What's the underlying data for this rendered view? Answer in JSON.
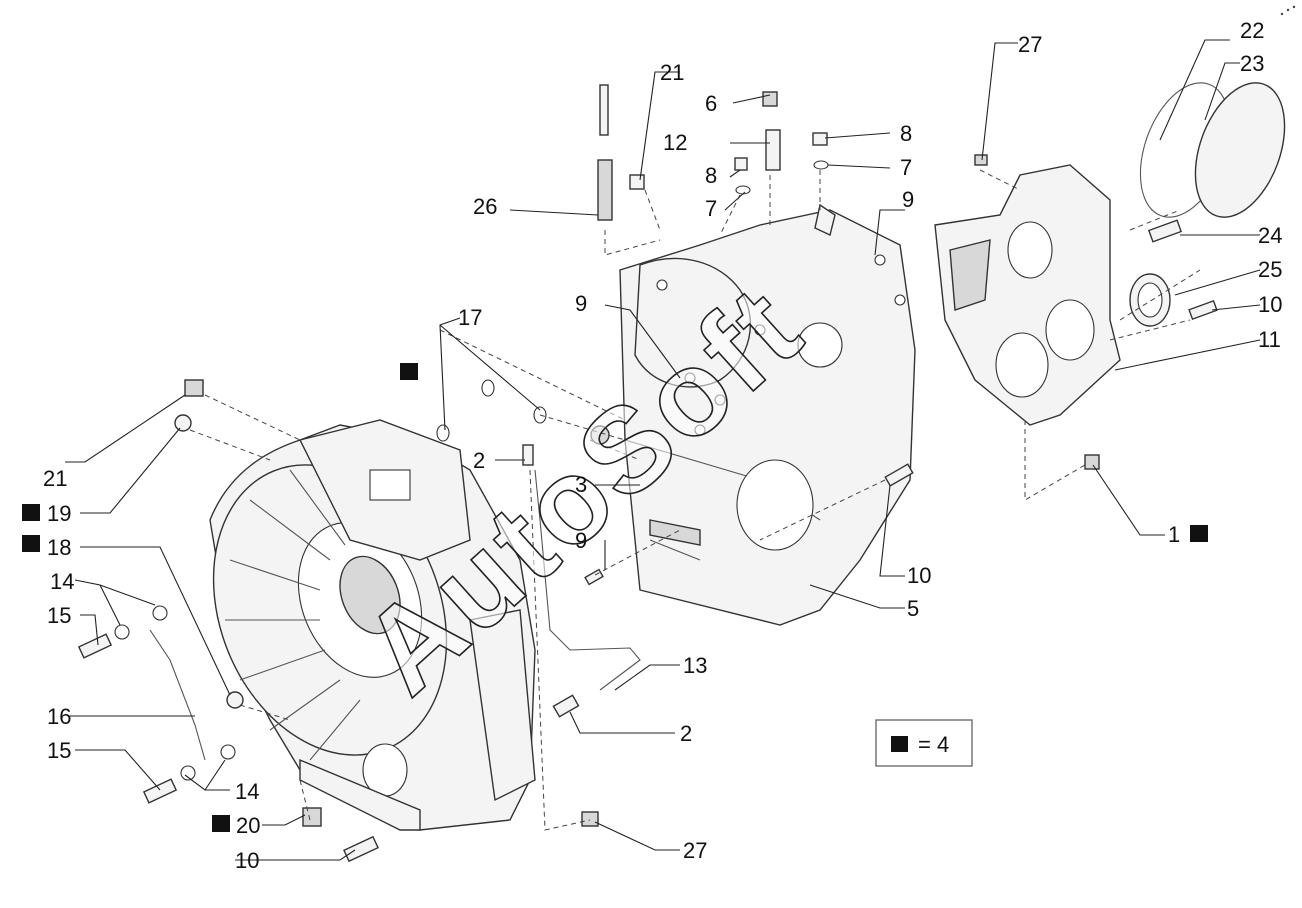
{
  "diagram": {
    "watermark": "AutoSoft",
    "legend": {
      "text": "= 4"
    },
    "callouts": [
      {
        "id": "c21a",
        "text": "21"
      },
      {
        "id": "c6",
        "text": "6"
      },
      {
        "id": "c12",
        "text": "12"
      },
      {
        "id": "c8a",
        "text": "8"
      },
      {
        "id": "c7a",
        "text": "7"
      },
      {
        "id": "c26",
        "text": "26"
      },
      {
        "id": "c8b",
        "text": "8"
      },
      {
        "id": "c7b",
        "text": "7"
      },
      {
        "id": "c27a",
        "text": "27"
      },
      {
        "id": "c22",
        "text": "22"
      },
      {
        "id": "c23",
        "text": "23"
      },
      {
        "id": "c9a",
        "text": "9"
      },
      {
        "id": "c24",
        "text": "24"
      },
      {
        "id": "c25",
        "text": "25"
      },
      {
        "id": "c10a",
        "text": "10"
      },
      {
        "id": "c11",
        "text": "11"
      },
      {
        "id": "c17",
        "text": "17"
      },
      {
        "id": "c9b",
        "text": "9"
      },
      {
        "id": "c2a",
        "text": "2"
      },
      {
        "id": "c3",
        "text": "3"
      },
      {
        "id": "c9c",
        "text": "9"
      },
      {
        "id": "c1",
        "text": "1"
      },
      {
        "id": "c10b",
        "text": "10"
      },
      {
        "id": "c5",
        "text": "5"
      },
      {
        "id": "c21b",
        "text": "21"
      },
      {
        "id": "c19",
        "text": "19"
      },
      {
        "id": "c18",
        "text": "18"
      },
      {
        "id": "c14a",
        "text": "14"
      },
      {
        "id": "c15a",
        "text": "15"
      },
      {
        "id": "c13",
        "text": "13"
      },
      {
        "id": "c2b",
        "text": "2"
      },
      {
        "id": "c16",
        "text": "16"
      },
      {
        "id": "c15b",
        "text": "15"
      },
      {
        "id": "c14b",
        "text": "14"
      },
      {
        "id": "c20",
        "text": "20"
      },
      {
        "id": "c10c",
        "text": "10"
      },
      {
        "id": "c27b",
        "text": "27"
      }
    ]
  }
}
